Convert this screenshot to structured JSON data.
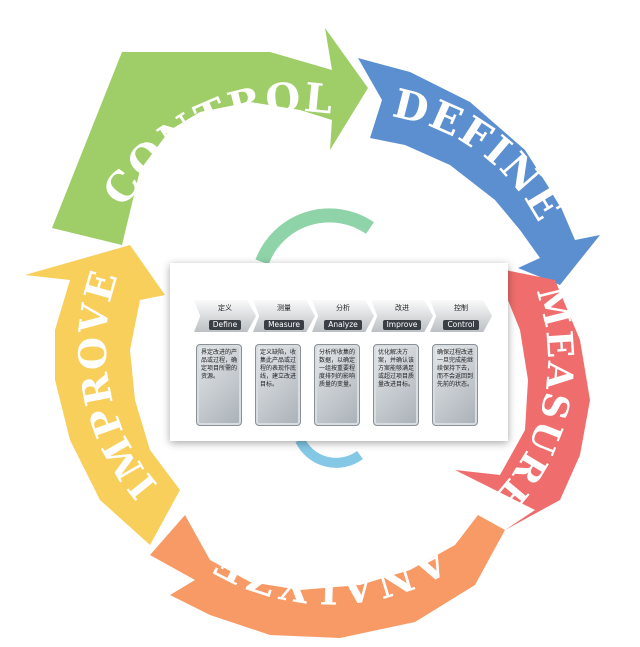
{
  "ring": {
    "define": "DEFINE",
    "measure": "MEASURE",
    "analyze": "ANALYZE",
    "improve": "IMPROVE",
    "control": "CONTROL"
  },
  "colors": {
    "define": "#5b8fd0",
    "measure": "#ef6d6c",
    "analyze": "#f79a66",
    "improve": "#f8cf5a",
    "control": "#9fcd67",
    "center_green": "#8fd3a9",
    "center_blue": "#84c8e6"
  },
  "phases": [
    {
      "cn": "定义",
      "en": "Define",
      "desc": "界定改进的产品或过程，确定项目所需的资源。"
    },
    {
      "cn": "测量",
      "en": "Measure",
      "desc": "定义缺陷，收集此产品或过程的表现作底线，建立改进目标。"
    },
    {
      "cn": "分析",
      "en": "Analyze",
      "desc": "分析所收集的数据，以确定一组按重要程度排列的影响质量的变量。"
    },
    {
      "cn": "改进",
      "en": "Improve",
      "desc": "优化解决方案，并确认该方案能够满足或超过项目质量改进目标。"
    },
    {
      "cn": "控制",
      "en": "Control",
      "desc": "确保过程改进一旦完成能继续保持下去，而不会返回到先前的状态。"
    }
  ]
}
